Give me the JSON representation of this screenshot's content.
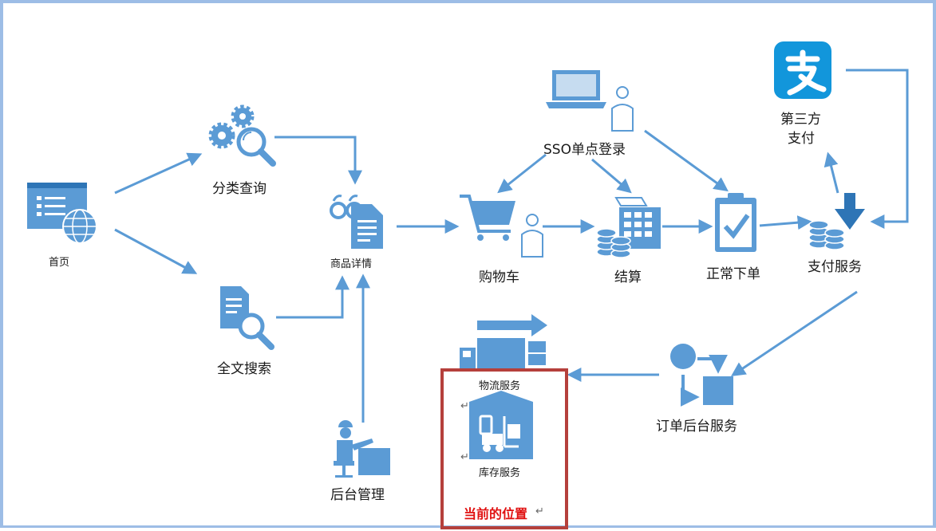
{
  "nodes": {
    "home": "首页",
    "category_search": "分类查询",
    "fulltext_search": "全文搜索",
    "product_detail": "商品详情",
    "backend_management": "后台管理",
    "shopping_cart": "购物车",
    "sso_login": "SSO单点登录",
    "checkout": "结算",
    "normal_order": "正常下单",
    "third_party_payment": [
      "第三方",
      "支付"
    ],
    "payment_service": "支付服务",
    "order_backend_service": "订单后台服务",
    "logistics_service": "物流服务",
    "inventory_service": "库存服务"
  },
  "current_position": "当前的位置",
  "paragraph_marks": [
    "↵",
    "↵",
    "↵"
  ],
  "colors": {
    "icon_blue": "#5b9bd5",
    "icon_dark_blue": "#2e75b6",
    "arrow": "#5b9bd5",
    "highlight_border": "#b5403c",
    "current_position_text": "#e01010",
    "frame_border": "#9dbde6"
  },
  "icons": [
    "browser-globe-icon",
    "gears-search-icon",
    "document-search-icon",
    "glasses-document-icon",
    "worker-desk-icon",
    "shopping-cart-icon",
    "laptop-icon",
    "user-icon",
    "calculator-coins-icon",
    "clipboard-check-icon",
    "alipay-icon",
    "coins-download-icon",
    "order-cycle-icon",
    "truck-icon",
    "warehouse-forklift-icon"
  ]
}
